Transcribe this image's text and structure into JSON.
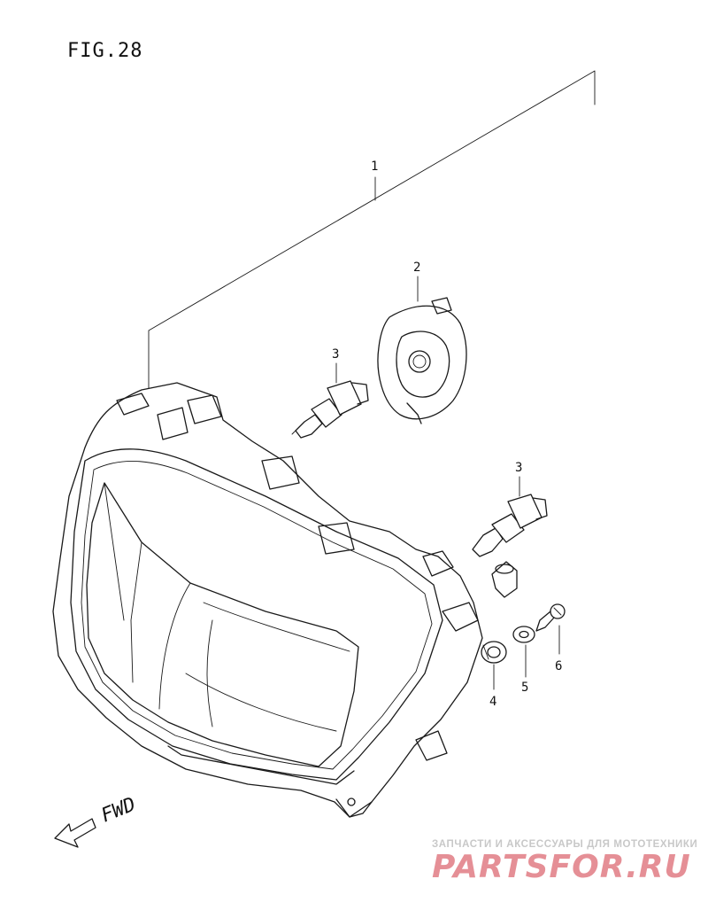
{
  "figure": {
    "title": "FIG.28"
  },
  "callouts": [
    {
      "number": "1",
      "part": "headlight-assembly"
    },
    {
      "number": "2",
      "part": "socket-cover"
    },
    {
      "number": "3",
      "part": "bulb-upper"
    },
    {
      "number": "3",
      "part": "bulb-lower"
    },
    {
      "number": "4",
      "part": "grommet"
    },
    {
      "number": "5",
      "part": "washer"
    },
    {
      "number": "6",
      "part": "screw"
    }
  ],
  "direction": {
    "label": "FWD"
  },
  "watermark": {
    "tagline": "ЗАПЧАСТИ И АКСЕССУАРЫ ДЛЯ МОТОТЕХНИКИ",
    "brand": "PARTSFOR.RU",
    "brand_color": "#e58f96"
  }
}
